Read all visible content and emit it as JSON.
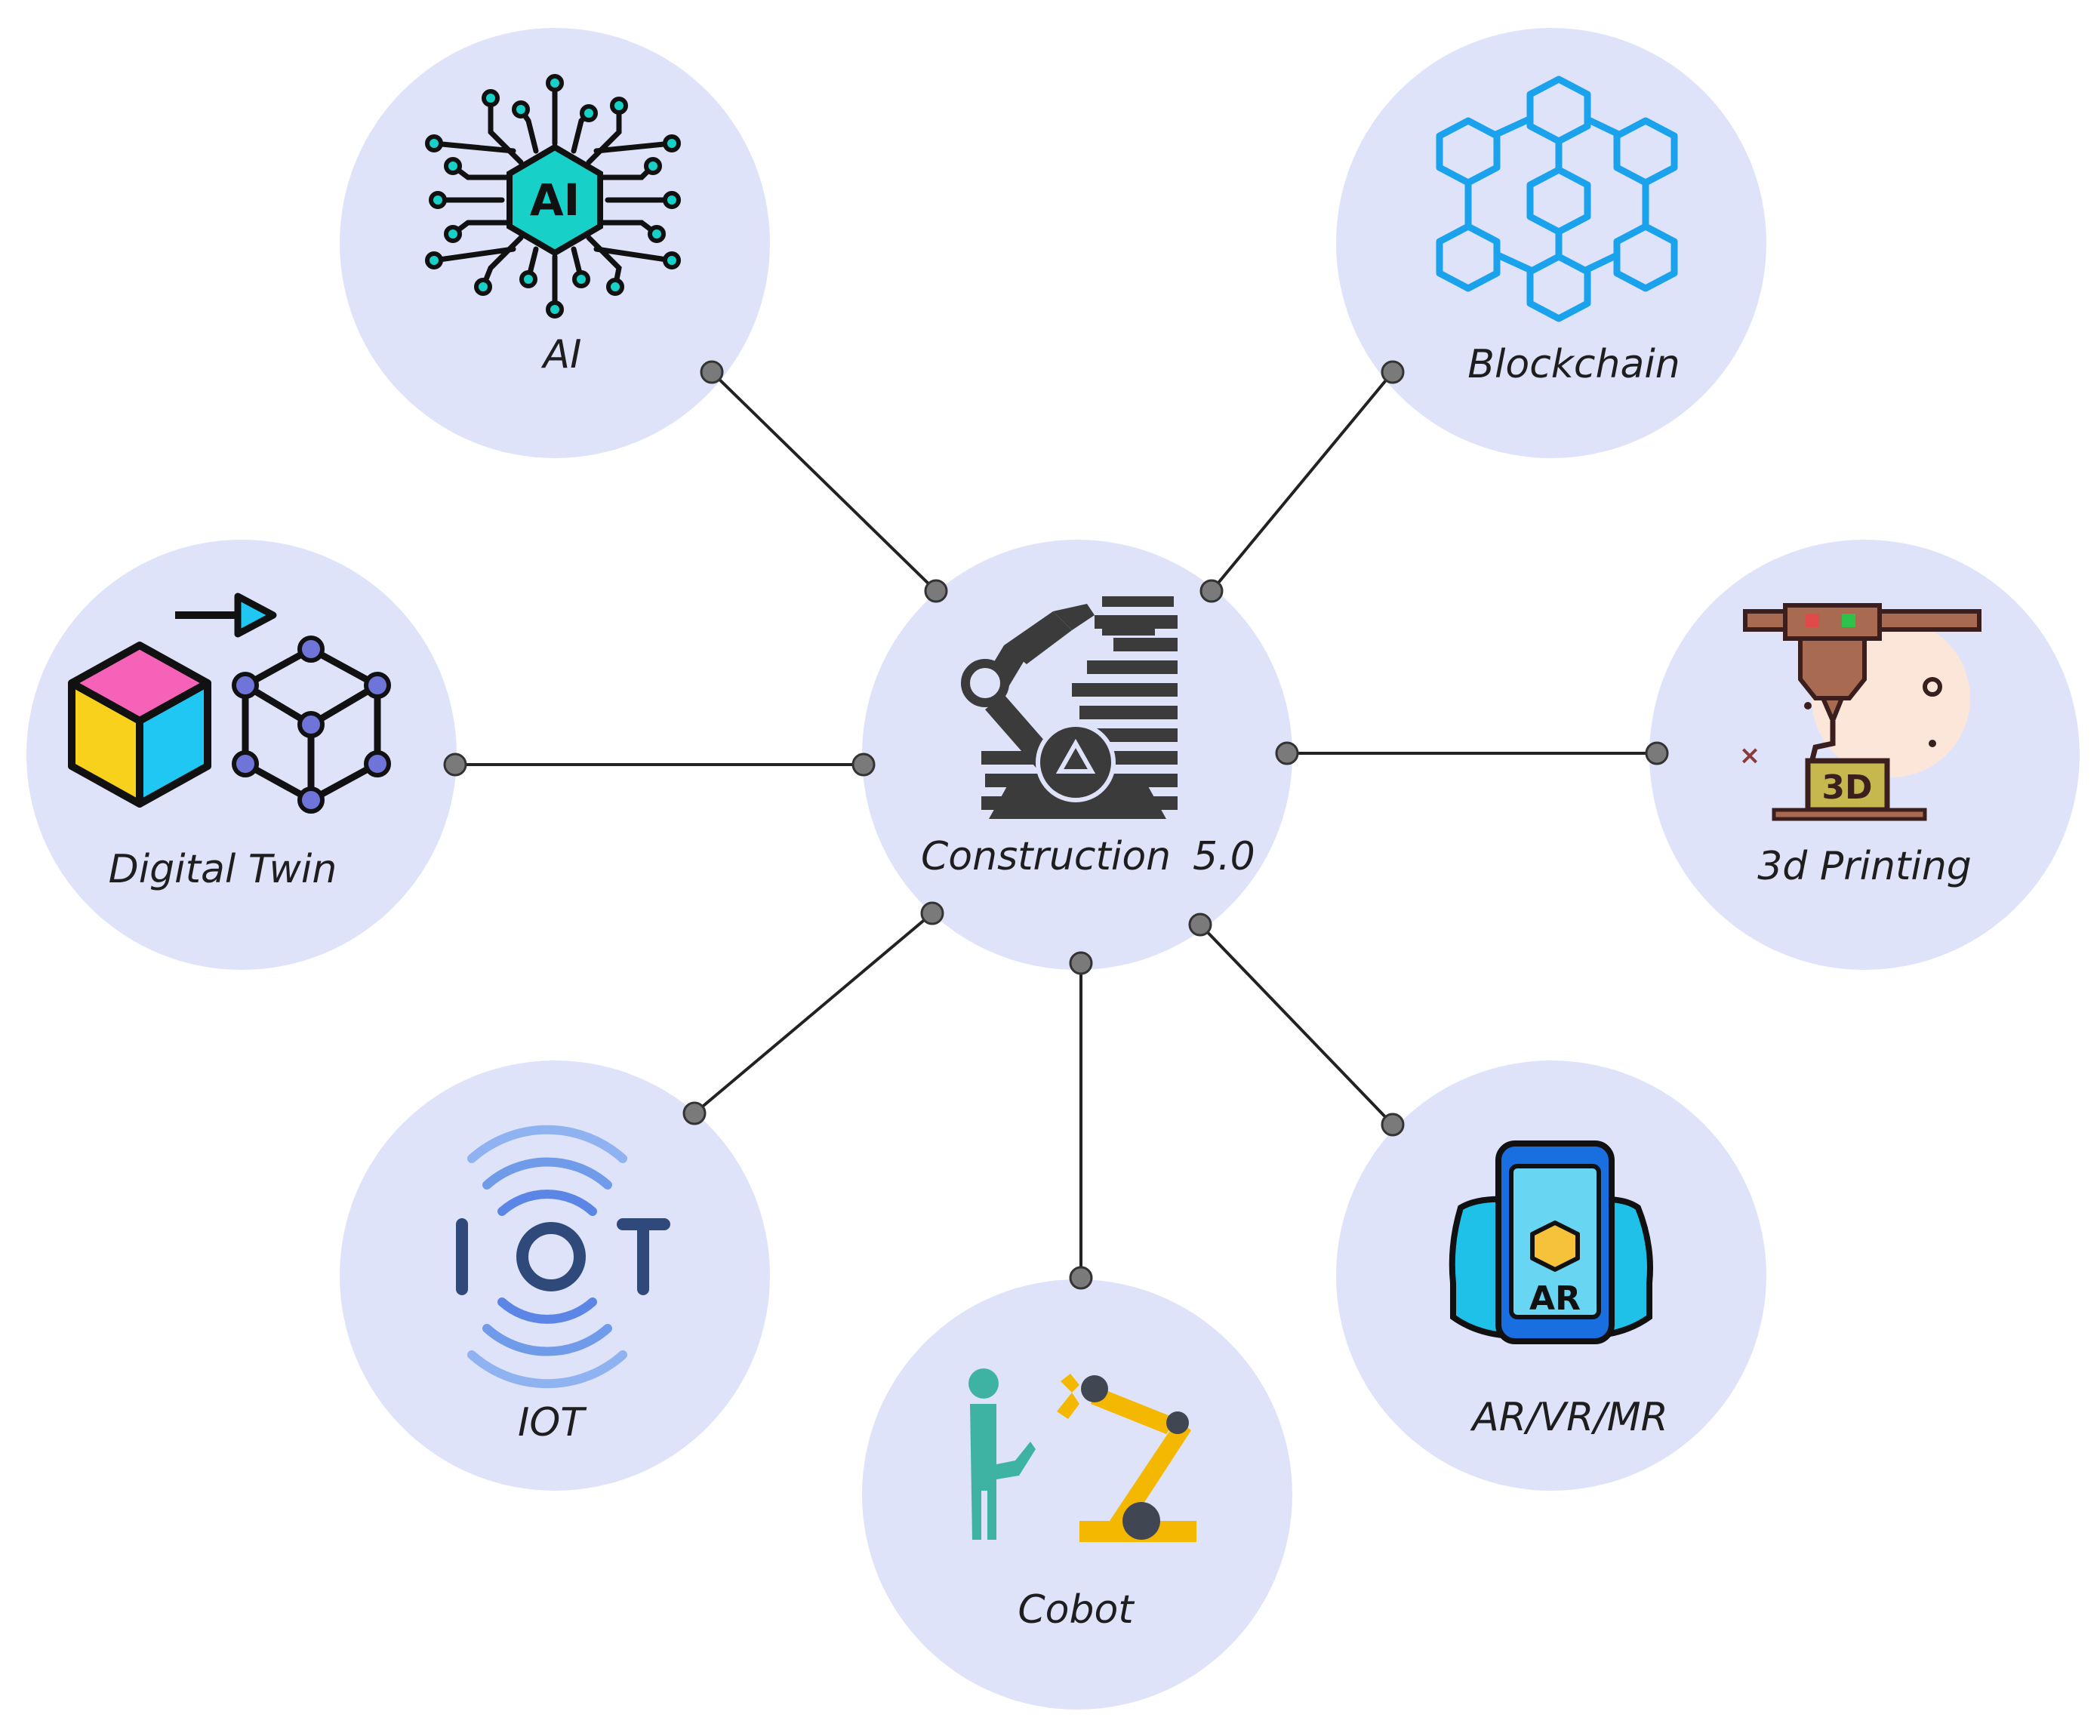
{
  "center": {
    "label_main": "Construction",
    "label_version": "5.0",
    "icon": "robot-arm-building-wall-icon"
  },
  "nodes": [
    {
      "id": "ai",
      "label": "AI",
      "icon": "ai-chip-circuit-icon"
    },
    {
      "id": "blockchain",
      "label": "Blockchain",
      "icon": "blockchain-cubes-icon"
    },
    {
      "id": "digital-twin",
      "label": "Digital Twin",
      "icon": "digital-twin-cube-icon"
    },
    {
      "id": "3d-printing",
      "label": "3d Printing",
      "icon": "3d-printer-icon"
    },
    {
      "id": "iot",
      "label": "IOT",
      "icon": "iot-signal-icon"
    },
    {
      "id": "cobot",
      "label": "Cobot",
      "icon": "human-robot-arm-icon"
    },
    {
      "id": "ar-vr-mr",
      "label": "AR/VR/MR",
      "icon": "ar-phone-icon"
    }
  ],
  "colors": {
    "circle_fill": "#dfe3fa",
    "connector": "#222222",
    "dot_fill": "#7a7a7a",
    "ai_accent": "#17d1c9",
    "blockchain_accent": "#1aa3ec",
    "iot_blue": "#5b86e5",
    "cobot_yellow": "#f5b800",
    "cobot_teal": "#3fb3a3"
  }
}
